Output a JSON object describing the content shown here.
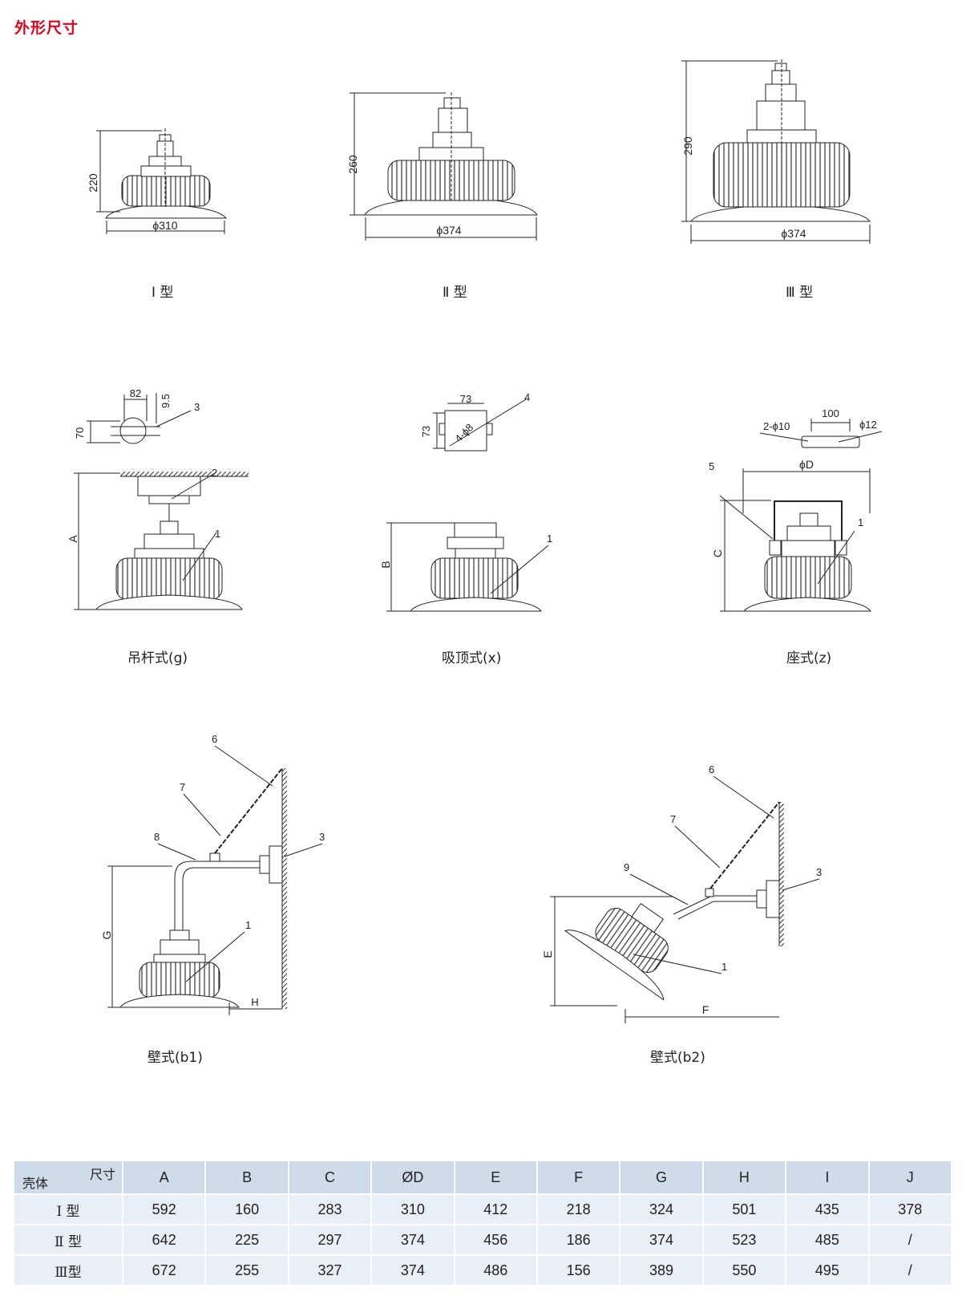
{
  "header": {
    "title": "外形尺寸"
  },
  "types": {
    "t1": {
      "caption": "Ⅰ 型",
      "height": "220",
      "width": "ϕ310"
    },
    "t2": {
      "caption": "Ⅱ 型",
      "height": "260",
      "width": "ϕ374"
    },
    "t3": {
      "caption": "Ⅲ 型",
      "height": "290",
      "width": "ϕ374"
    }
  },
  "mounts": {
    "g": {
      "caption": "吊杆式(g)",
      "dim_a": "A",
      "d82": "82",
      "d95": "9.5",
      "d70": "70",
      "n1": "1",
      "n2": "2",
      "n3": "3"
    },
    "x": {
      "caption": "吸顶式(x)",
      "dim_b": "B",
      "d73a": "73",
      "d73b": "73",
      "holes": "4-ϕ8",
      "n1": "1",
      "n4": "4"
    },
    "z": {
      "caption": "座式(z)",
      "dim_c": "C",
      "dim_d": "ϕD",
      "d100": "100",
      "holes": "2-ϕ10",
      "d12": "ϕ12",
      "n1": "1",
      "n5": "5"
    },
    "b1": {
      "caption": "壁式(b1)",
      "dim_g": "G",
      "dim_h": "H",
      "n1": "1",
      "n3": "3",
      "n6": "6",
      "n7": "7",
      "n8": "8"
    },
    "b2": {
      "caption": "壁式(b2)",
      "dim_e": "E",
      "dim_f": "F",
      "n1": "1",
      "n3": "3",
      "n6": "6",
      "n7": "7",
      "n9": "9"
    }
  },
  "table": {
    "corner_top": "尺寸",
    "corner_bottom": "壳体",
    "columns": [
      "A",
      "B",
      "C",
      "ØD",
      "E",
      "F",
      "G",
      "H",
      "I",
      "J"
    ],
    "rows": [
      {
        "label": "Ⅰ 型",
        "values": [
          "592",
          "160",
          "283",
          "310",
          "412",
          "218",
          "324",
          "501",
          "435",
          "378"
        ]
      },
      {
        "label": "Ⅱ 型",
        "values": [
          "642",
          "225",
          "297",
          "374",
          "456",
          "186",
          "374",
          "523",
          "485",
          "/"
        ]
      },
      {
        "label": "Ⅲ型",
        "values": [
          "672",
          "255",
          "327",
          "374",
          "486",
          "156",
          "389",
          "550",
          "495",
          "/"
        ]
      }
    ]
  }
}
